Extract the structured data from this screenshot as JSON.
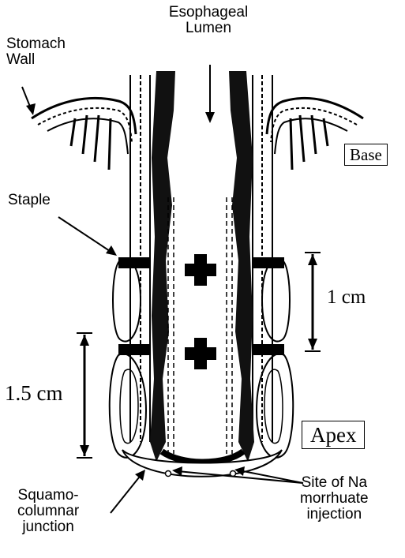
{
  "labels": {
    "esophageal_lumen": [
      "Esophageal",
      "Lumen"
    ],
    "stomach_wall": [
      "Stomach",
      "Wall"
    ],
    "staple": "Staple",
    "base": "Base",
    "one_cm": "1 cm",
    "one_five_cm": "1.5 cm",
    "apex": "Apex",
    "squamo_columnar": [
      "Squamo-",
      "columnar",
      "junction"
    ],
    "site_of_injection": [
      "Site of Na",
      "morrhuate",
      "injection"
    ]
  },
  "colors": {
    "ink": "#000000",
    "background": "#ffffff",
    "wall_fill": "#111111"
  }
}
